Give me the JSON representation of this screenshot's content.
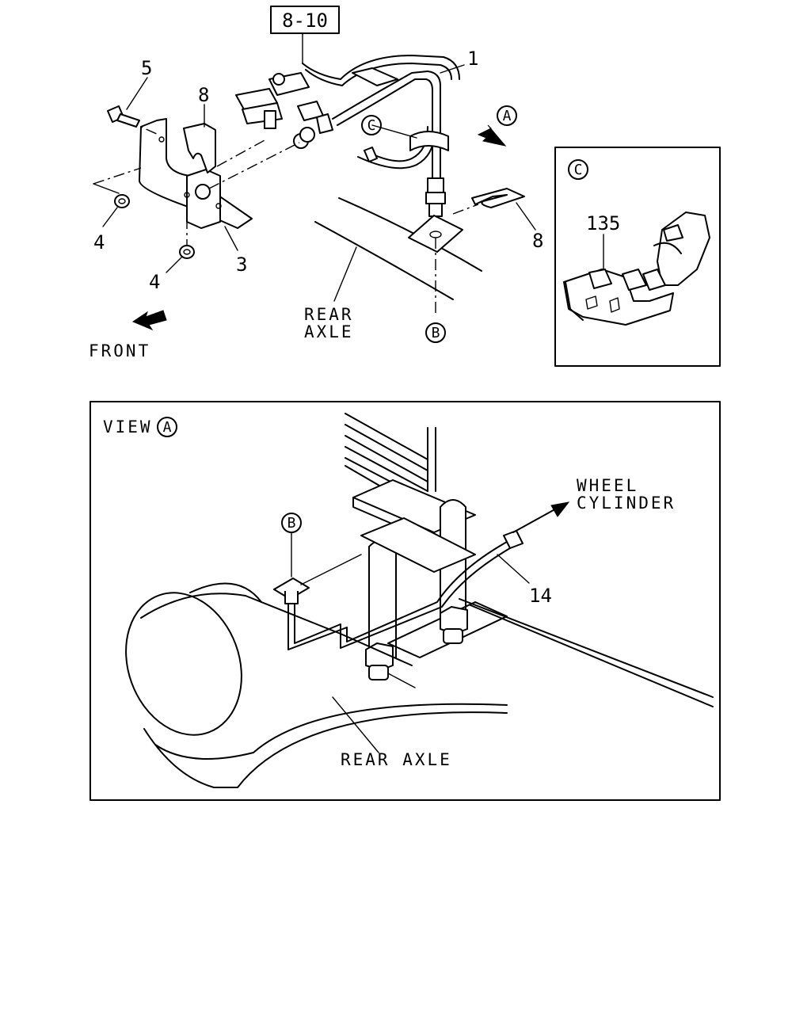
{
  "top": {
    "ref_box": "8-10",
    "callouts": {
      "n1": "1",
      "n3": "3",
      "n4a": "4",
      "n4b": "4",
      "n5": "5",
      "n8a": "8",
      "n8b": "8"
    },
    "circle_a": "A",
    "circle_b": "B",
    "circle_c": "C",
    "rear_axle_1": "REAR",
    "rear_axle_2": "AXLE",
    "front": "FRONT"
  },
  "detail_c": {
    "circle": "C",
    "callout": "135"
  },
  "view_a": {
    "title": "VIEW",
    "circle": "A",
    "circle_b": "B",
    "wheel_1": "WHEEL",
    "wheel_2": "CYLINDER",
    "callout_14": "14",
    "rear_axle": "REAR AXLE"
  }
}
